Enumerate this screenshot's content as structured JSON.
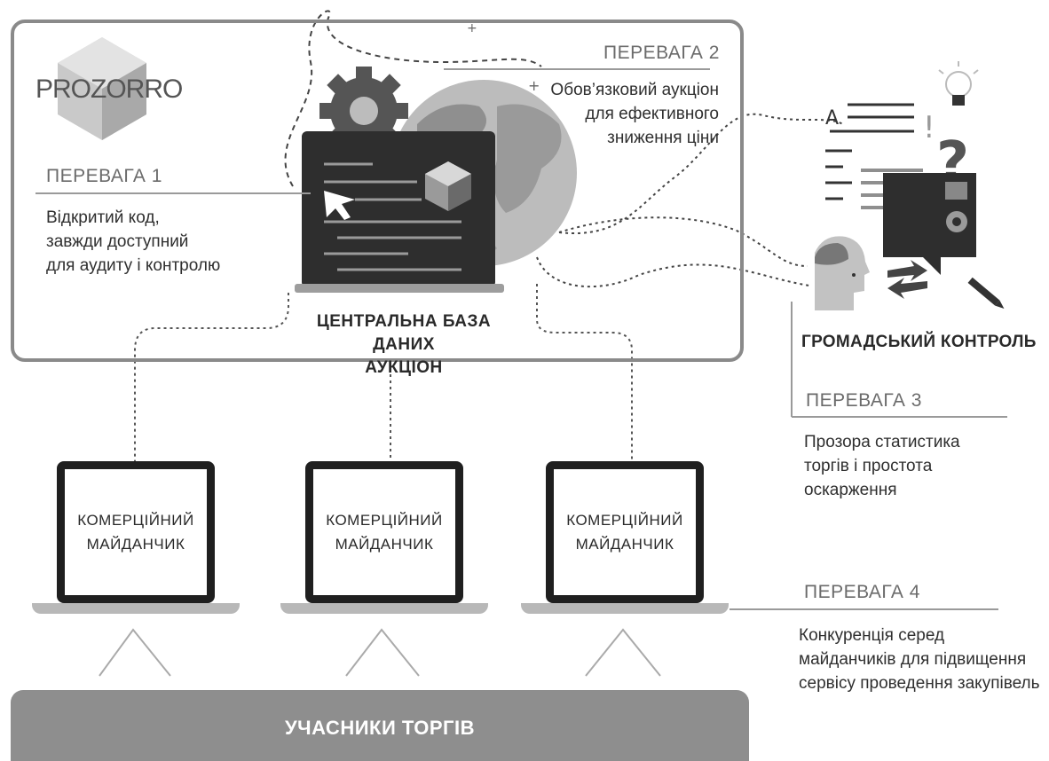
{
  "logo": {
    "text": "PROZORRO"
  },
  "central_db": {
    "label": "ЦЕНТРАЛЬНА БАЗА ДАНИХ\nАУКЦІОН"
  },
  "public_control": {
    "label": "ГРОМАДСЬКИЙ КОНТРОЛЬ"
  },
  "advantages": [
    {
      "title": "ПЕРЕВАГА 1",
      "text": "Відкритий код,\nзавжди доступний\nдля аудиту і контролю"
    },
    {
      "title": "ПЕРЕВАГА 2",
      "text": "Обов’язковий аукціон\nдля ефективного\nзниження ціни"
    },
    {
      "title": "ПЕРЕВАГА 3",
      "text": "Прозора статистика\nторгів і простота\nоскарження"
    },
    {
      "title": "ПЕРЕВАГА 4",
      "text": "Конкуренція серед\nмайданчиків для підвищення\nсервісу проведення закупівель"
    }
  ],
  "platforms": [
    {
      "label": "КОМЕРЦІЙНИЙ\nМАЙДАНЧИК"
    },
    {
      "label": "КОМЕРЦІЙНИЙ\nМАЙДАНЧИК"
    },
    {
      "label": "КОМЕРЦІЙНИЙ\nМАЙДАНЧИК"
    }
  ],
  "participants": {
    "label": "УЧАСНИКИ ТОРГІВ"
  },
  "colors": {
    "dark": "#2b2b2b",
    "mid_gray": "#8e8e8e",
    "light_gray": "#c8c8c8",
    "frame": "#8a8a8a"
  }
}
